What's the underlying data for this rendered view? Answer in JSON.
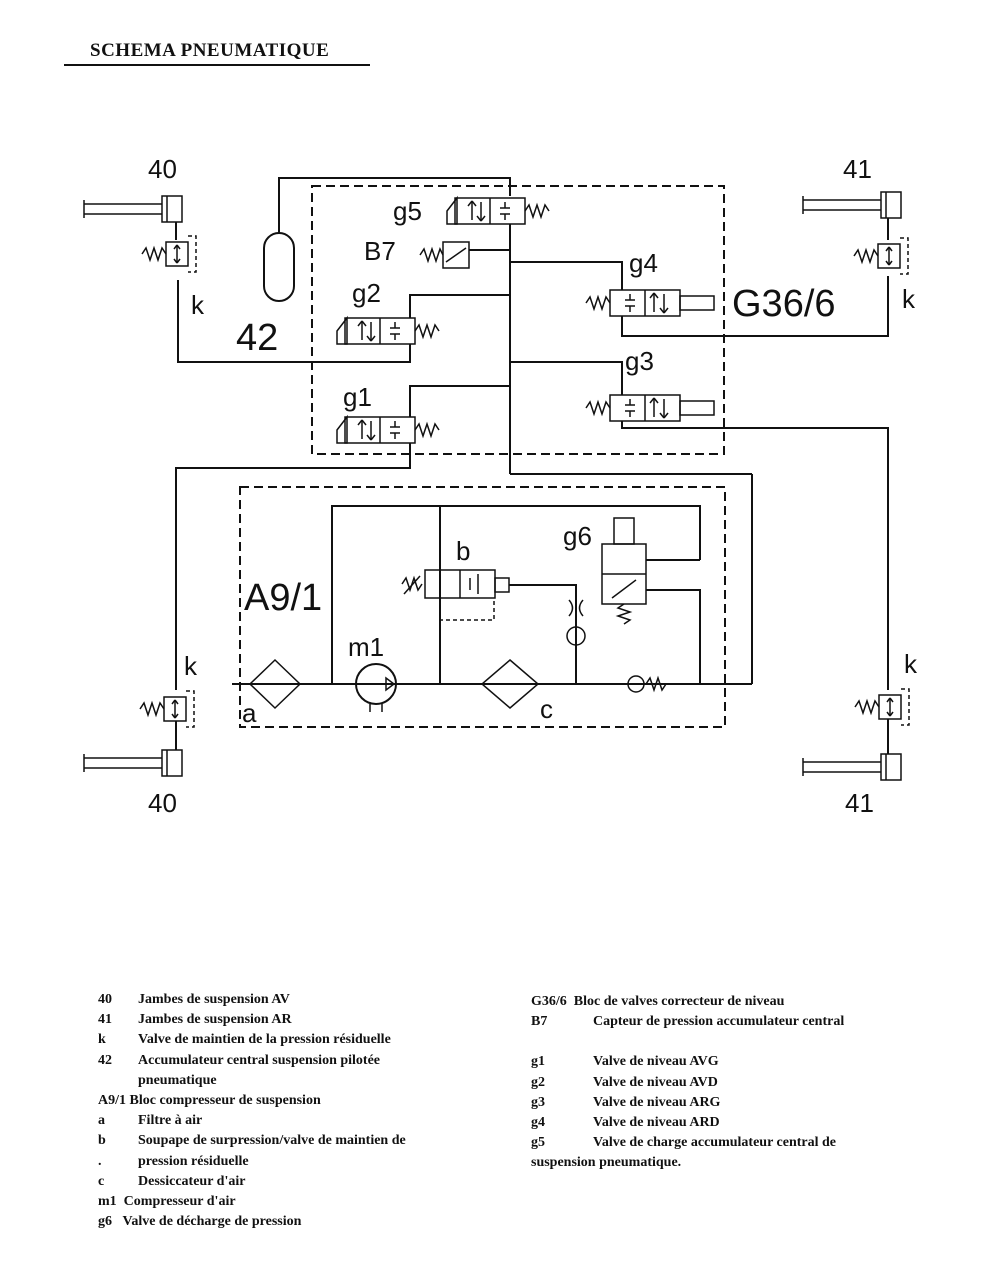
{
  "title": "SCHEMA PNEUMATIQUE",
  "labels": {
    "strut_front_top": "40",
    "strut_front_bottom": "40",
    "strut_rear_top": "41",
    "strut_rear_bottom": "41",
    "k_top_left": "k",
    "k_top_right": "k",
    "k_bottom_left": "k",
    "k_bottom_right": "k",
    "accumulator": "42",
    "valve_block": "G36/6",
    "compressor_block": "A9/1",
    "g1": "g1",
    "g2": "g2",
    "g3": "g3",
    "g4": "g4",
    "g5": "g5",
    "g6": "g6",
    "sensor": "B7",
    "relief_valve": "b",
    "compressor": "m1",
    "filter": "a",
    "dryer": "c"
  },
  "legend_left": [
    {
      "code": "40",
      "text": "Jambes de suspension AV"
    },
    {
      "code": "41",
      "text": "Jambes de suspension AR"
    },
    {
      "code": "k",
      "text": "Valve de maintien de la pression résiduelle"
    },
    {
      "code": "42",
      "text": "Accumulateur central suspension pilotée"
    },
    {
      "code": "",
      "text": "pneumatique"
    },
    {
      "code": "A9/1",
      "text": "Bloc compresseur de suspension"
    },
    {
      "code": "a",
      "text": "Filtre à air"
    },
    {
      "code": "b",
      "text": "Soupape de surpression/valve de maintien de"
    },
    {
      "code": ".",
      "text": "pression  résiduelle"
    },
    {
      "code": "c",
      "text": "Dessiccateur d'air"
    },
    {
      "code": "m1",
      "text": "Compresseur d'air"
    },
    {
      "code": "g6",
      "text": "Valve de décharge de pression"
    }
  ],
  "legend_right": [
    {
      "code": "G36/6",
      "text": "Bloc de valves correcteur de niveau"
    },
    {
      "code": "B7",
      "text": "Capteur de pression accumulateur central"
    },
    {
      "code": "g1",
      "text": "Valve de niveau AVG"
    },
    {
      "code": "g2",
      "text": "Valve de niveau AVD"
    },
    {
      "code": "g3",
      "text": "Valve de niveau ARG"
    },
    {
      "code": "g4",
      "text": "Valve de niveau ARD"
    },
    {
      "code": "g5",
      "text": "Valve de charge accumulateur central de"
    },
    {
      "code": "",
      "text": "suspension pneumatique."
    }
  ]
}
